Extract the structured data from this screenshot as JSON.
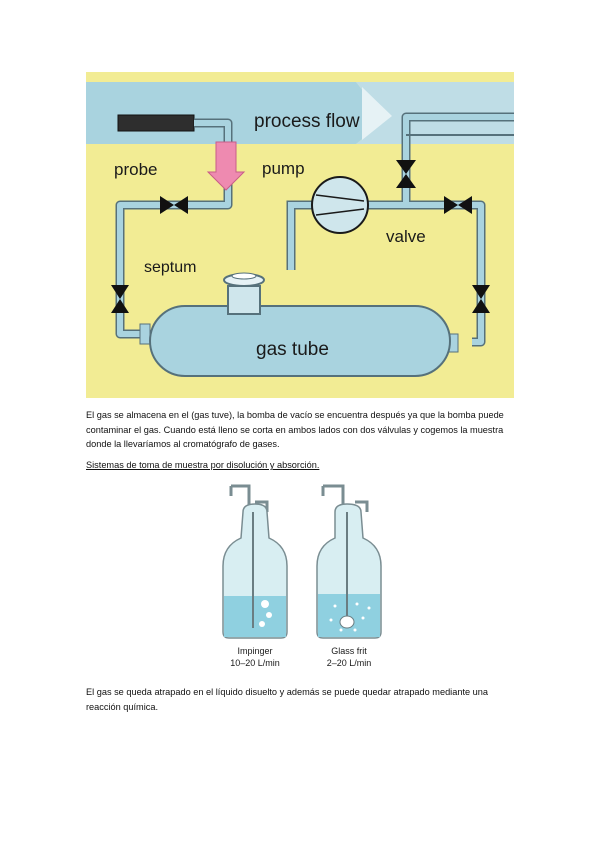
{
  "figure1": {
    "labels": {
      "process_flow": "process flow",
      "probe": "probe",
      "pump": "pump",
      "valve": "valve",
      "septum": "septum",
      "gas_tube": "gas tube"
    },
    "colors": {
      "background": "#f2ec94",
      "pipe": "#a9d3df",
      "pipe_outline": "#56717b",
      "arrow": "#ee8ab0",
      "probe": "#2e2e2e"
    }
  },
  "caption1": "El gas se almacena en el (gas tuve), la bomba de vacío se encuentra después ya que la bomba puede contaminar el gas. Cuando está lleno se corta en ambos lados con dos válvulas y cogemos la muestra donde la llevaríamos al cromatógrafo de gases.",
  "section_heading": "Sistemas de toma de muestra por disolución y absorción.",
  "figure2": {
    "impinger": {
      "name": "Impinger",
      "rate": "10–20 L/min"
    },
    "glass_frit": {
      "name": "Glass frit",
      "rate": "2–20 L/min"
    },
    "colors": {
      "liquid": "#8fd0e0",
      "glass": "#d8eef2"
    }
  },
  "caption2": "El gas se queda atrapado en el líquido disuelto y además se puede quedar atrapado mediante una reacción química."
}
